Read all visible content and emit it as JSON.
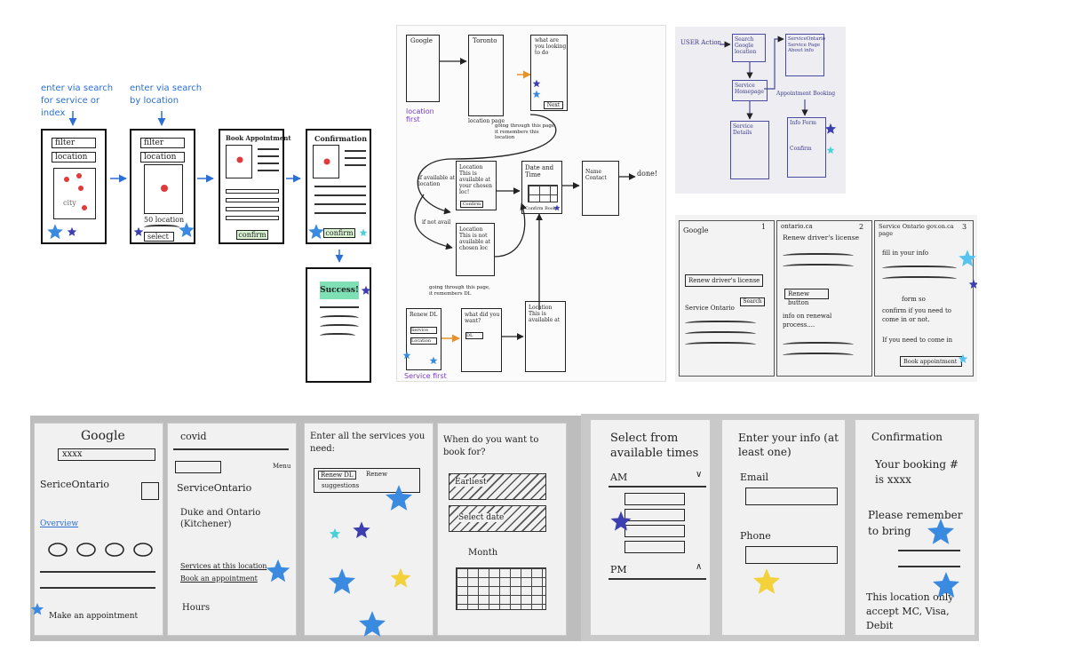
{
  "colors": {
    "star_blue": "#3a8be0",
    "star_lightblue": "#57c3f0",
    "star_navy": "#3b3fb0",
    "star_yellow": "#f2d13a",
    "star_teal": "#46d2d6",
    "flow_arrow": "#2a6fd6",
    "accent_arrow": "#e8912a",
    "success_green": "#7ee0b4"
  },
  "top_left": {
    "entry_search_service": "enter via search for service or index",
    "entry_search_location": "enter via search by location",
    "screen1": {
      "filter": "filter",
      "location": "location",
      "map_label": "city"
    },
    "screen2": {
      "filter": "filter",
      "location": "location",
      "count": "50 location",
      "select": "select"
    },
    "screen3": {
      "title": "Book Appointment",
      "confirm": "confirm"
    },
    "screen4": {
      "title": "Confirmation",
      "confirm": "confirm"
    },
    "screen5": {
      "success": "Success!"
    }
  },
  "top_middle": {
    "google": "Google",
    "toronto": "Toronto",
    "what_looking": "what are you looking to do",
    "next": "Next",
    "location_page": "location page",
    "location_first": "location first",
    "remembers_loc": "going through this page, it remembers this location",
    "if_available": "if available at location",
    "location_box": "Location This is available at your chosen loc!",
    "confirm_small": "Confirm",
    "if_not": "if not avail",
    "location_not": "Location This is not available at chosen loc",
    "date_time": "Date and Time",
    "confirm_book": "Confirm Book",
    "name_contact": "Name Contact",
    "done": "done!",
    "remembers_dl": "going through this page, it remembers DL",
    "renew_dl": "Renew DL",
    "service": "Service",
    "location_btn": "Location",
    "what_did_you_want": "what did you want?",
    "dl": "DL",
    "location_available": "Location This is available at",
    "service_first": "Service first"
  },
  "top_right1": {
    "user_action": "USER Action",
    "search": "Search Google location",
    "service_homepage": "Service Homepage",
    "service_details": "Service Details",
    "service_info": "ServiceOntario Service Page About info",
    "appointment_booking": "Appointment Booking",
    "info_form": "Info Form",
    "confirm": "Confirm"
  },
  "top_right2": {
    "p1_num": "1",
    "p2_num": "2",
    "p3_num": "3",
    "google": "Google",
    "renew_search": "Renew driver's license",
    "search_btn": "Search",
    "service_ontario": "Service Ontario",
    "ontario_ca": "ontario.ca",
    "renew_title": "Renew driver's license",
    "renew_button": "Renew button",
    "info_renewal": "info on renewal process....",
    "service_ontario_page": "Service Ontario gov.on.ca page",
    "fill_info": "fill in your info",
    "form_so": "form so",
    "confirm_need": "confirm if you need to come in or not.",
    "if_need": "If you need to come in",
    "book_appt": "Book appointment"
  },
  "bottom_left": {
    "p1": {
      "google": "Google",
      "search": "xxxx",
      "service": "SericeOntario",
      "overview": "Overview",
      "make_appt": "Make an appointment"
    },
    "p2": {
      "covid": "covid",
      "menu": "Menu",
      "service": "ServiceOntario",
      "location": "Duke and Ontario (Kitchener)",
      "services": "Services at this location",
      "book": "Book an appointment",
      "hours": "Hours"
    },
    "p3": {
      "title": "Enter all the services you need:",
      "renew": "Renew DL",
      "renew_type": "Renew",
      "suggestions": "suggestions"
    },
    "p4": {
      "title": "When do you want to book for?",
      "earliest": "Earliest",
      "select_date": "Select date",
      "month": "Month"
    }
  },
  "bottom_right": {
    "p1": {
      "title": "Select from available times",
      "am": "AM",
      "pm": "PM"
    },
    "p2": {
      "title": "Enter your info (at least one)",
      "email": "Email",
      "phone": "Phone"
    },
    "p3": {
      "title": "Confirmation",
      "booking": "Your booking # is xxxx",
      "remember": "Please remember to bring",
      "accept": "This location only accept MC, Visa, Debit"
    }
  }
}
